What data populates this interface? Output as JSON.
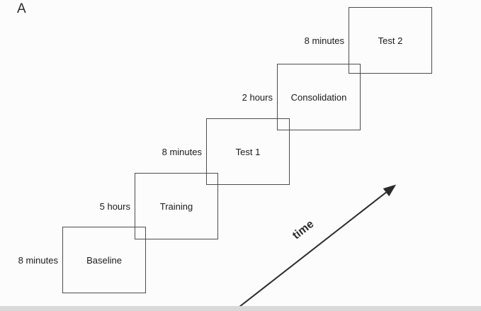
{
  "panel_label": "A",
  "diagram": {
    "stages": [
      {
        "duration": "8 minutes",
        "label": "Baseline"
      },
      {
        "duration": "5 hours",
        "label": "Training"
      },
      {
        "duration": "8 minutes",
        "label": "Test 1"
      },
      {
        "duration": "2 hours",
        "label": "Consolidation"
      },
      {
        "duration": "8 minutes",
        "label": "Test 2"
      }
    ],
    "arrow_label": "time"
  }
}
